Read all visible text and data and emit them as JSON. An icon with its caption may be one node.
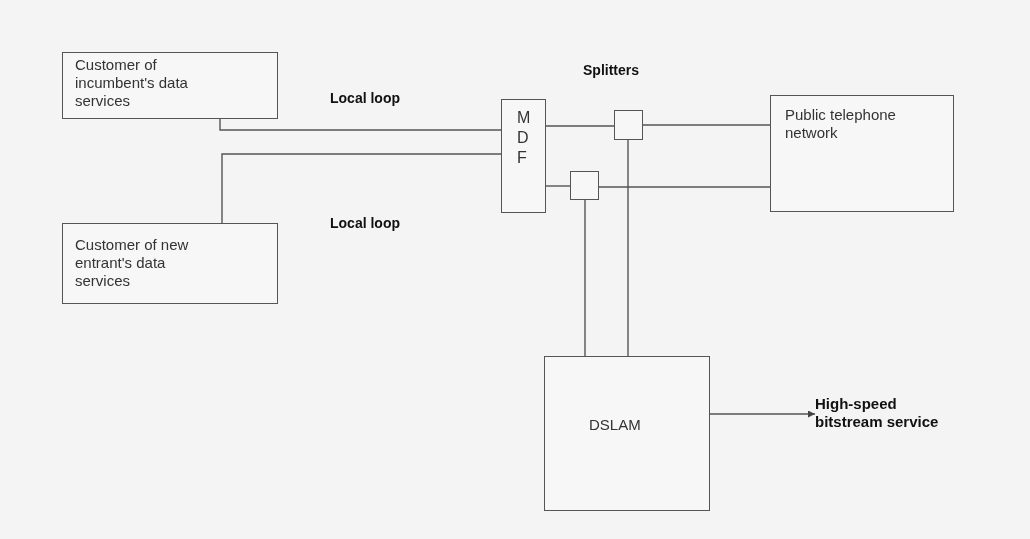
{
  "diagram": {
    "nodes": [
      {
        "text": [
          "Customer of incumbent's data services"
        ]
      },
      {
        "text": [
          "Customer of new entrant's data services"
        ]
      },
      {
        "text": [
          "MDF"
        ]
      },
      {
        "text": [],
        "shape": "box"
      },
      {
        "text": [],
        "shape": "box"
      },
      {
        "text": [
          "Public telephone network"
        ]
      },
      {
        "text": [
          "DSLAM"
        ]
      },
      {
        "text": [
          "High-speed bitstream service"
        ]
      }
    ],
    "edges": [
      {
        "from": 0,
        "to": 2,
        "arrow": "none"
      },
      {
        "from": 1,
        "to": 2,
        "arrow": "none"
      },
      {
        "from": 2,
        "to": 3,
        "arrow": "none"
      },
      {
        "from": 3,
        "to": 5,
        "arrow": "none"
      },
      {
        "from": 2,
        "to": 4,
        "arrow": "none"
      },
      {
        "from": 4,
        "to": 5,
        "arrow": "none"
      },
      {
        "from": 3,
        "to": 6,
        "arrow": "none"
      },
      {
        "from": 4,
        "to": 6,
        "arrow": "none"
      },
      {
        "from": 6,
        "to": 7,
        "arrow": "to"
      }
    ],
    "labels": [
      "Splitters",
      "Local loop",
      "Local loop"
    ]
  }
}
